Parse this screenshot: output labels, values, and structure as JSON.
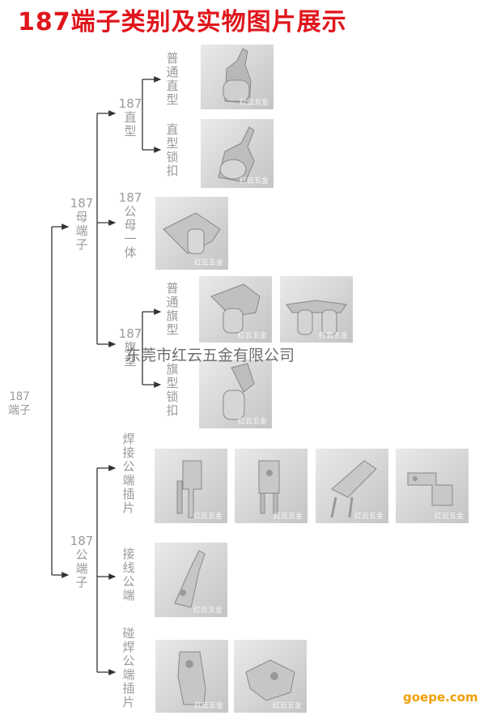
{
  "title": "187端子类别及实物图片展示",
  "root": "187端子",
  "nodes": {
    "female": "187母端子",
    "straight": "187直型",
    "normal_straight": "普通直型",
    "straight_lock": "直型锁扣",
    "male_female": "187公母一体",
    "flag": "187旗型",
    "normal_flag": "普通旗型",
    "flag_lock": "旗型锁扣",
    "male": "187公端子",
    "weld_male": "焊接公端插片",
    "wire_male": "接线公端",
    "spot_weld_male": "碰焊公端插片"
  },
  "watermark": "红云五金",
  "company": "东莞市红云五金有限公司",
  "site": "goepe.com",
  "colors": {
    "title": "#e0161c",
    "label": "#9a9a9a",
    "line": "#333333",
    "site": "#f0a000"
  }
}
